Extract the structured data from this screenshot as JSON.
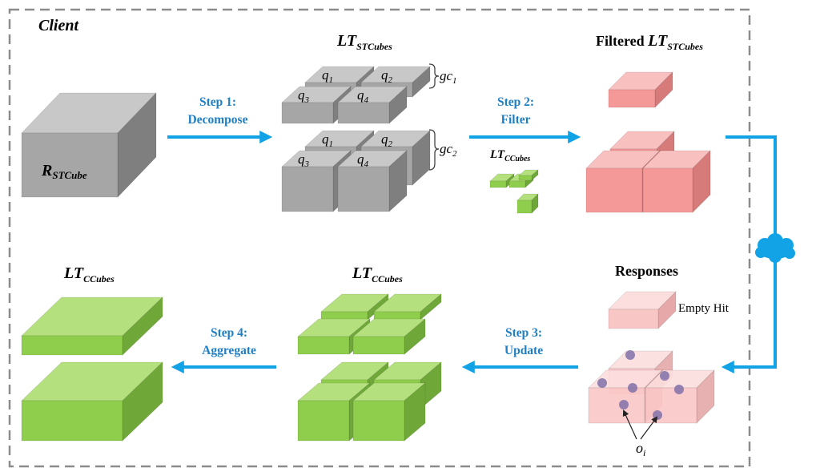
{
  "frame": {
    "title": "Client"
  },
  "blocks": {
    "r_cube": {
      "main": "R",
      "sub": "STCube"
    },
    "lt_stcubes": {
      "main": "LT",
      "sub": "STCubes"
    },
    "filtered": {
      "prefix": "Filtered ",
      "main": "LT",
      "sub": "STCubes"
    },
    "lt_ccubes_small": {
      "main": "LT",
      "sub": "CCubes"
    },
    "lt_ccubes_mid": {
      "main": "LT",
      "sub": "CCubes"
    },
    "lt_ccubes_left": {
      "main": "LT",
      "sub": "CCubes"
    },
    "responses": {
      "title": "Responses",
      "empty_hit": "Empty Hit"
    },
    "objects": {
      "main": "o",
      "sub": "i"
    }
  },
  "groups": [
    {
      "main": "gc",
      "sub": "1"
    },
    {
      "main": "gc",
      "sub": "2"
    }
  ],
  "queries": [
    {
      "main": "q",
      "sub": "1"
    },
    {
      "main": "q",
      "sub": "2"
    },
    {
      "main": "q",
      "sub": "3"
    },
    {
      "main": "q",
      "sub": "4"
    }
  ],
  "steps": [
    {
      "line1": "Step 1:",
      "line2": "Decompose"
    },
    {
      "line1": "Step 2:",
      "line2": "Filter"
    },
    {
      "line1": "Step 3:",
      "line2": "Update"
    },
    {
      "line1": "Step 4:",
      "line2": "Aggregate"
    }
  ],
  "colors": {
    "gray_front": "#a6a6a6",
    "gray_top": "#c8c8c8",
    "gray_side": "#7f7f7f",
    "pink_front": "#f59898",
    "pink_top": "#f9c0c0",
    "pink_side": "#d67a7a",
    "lightpink_front": "#f9c6c6",
    "lightpink_top": "#fcdede",
    "lightpink_side": "#e6a8a8",
    "green_front": "#8fce4c",
    "green_top": "#b4e07e",
    "green_side": "#6fa838",
    "arrow": "#12a3e6",
    "dot": "#8070a8"
  }
}
